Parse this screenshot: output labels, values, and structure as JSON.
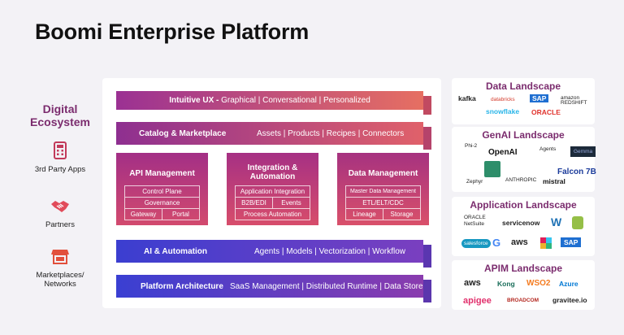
{
  "title": "Boomi Enterprise Platform",
  "ecosystem": {
    "title": "Digital Ecosystem",
    "items": [
      {
        "label": "3rd Party Apps",
        "icon": "calculator-icon"
      },
      {
        "label": "Partners",
        "icon": "handshake-icon"
      },
      {
        "label": "Marketplaces/ Networks",
        "icon": "storefront-icon"
      }
    ]
  },
  "layers": {
    "ux": {
      "label": "Intuitive UX -",
      "detail": "Graphical | Conversational | Personalized"
    },
    "catalog": {
      "label": "Catalog & Marketplace",
      "detail": "Assets | Products | Recipes | Connectors"
    },
    "api": {
      "title": "API Management",
      "rows": [
        "Control Plane",
        "Governance"
      ],
      "split": [
        "Gateway",
        "Portal"
      ]
    },
    "integration": {
      "title": "Integration & Automation",
      "rows": [
        "Application Integration"
      ],
      "split": [
        "B2B/EDI",
        "Events"
      ],
      "last": "Process Automation"
    },
    "data": {
      "title": "Data Management",
      "rows": [
        "Master Data Management",
        "ETL/ELT/CDC"
      ],
      "split": [
        "Lineage",
        "Storage"
      ]
    },
    "ai": {
      "label": "AI & Automation",
      "detail": "Agents | Models | Vectorization | Workflow"
    },
    "platform": {
      "label": "Platform Architecture",
      "detail": "SaaS Management | Distributed Runtime | Data Store"
    }
  },
  "landscapes": {
    "data": {
      "title": "Data Landscape",
      "logos": [
        "kafka",
        "databricks",
        "SAP",
        "amazon REDSHIFT",
        "snowflake",
        "ORACLE"
      ]
    },
    "genai": {
      "title": "GenAI Landscape",
      "logos": [
        "Phi-2",
        "OpenAI",
        "Agents",
        "Gemma",
        "Zephyr",
        "ANTHROPIC",
        "mistral",
        "Falcon 7B"
      ]
    },
    "application": {
      "title": "Application Landscape",
      "logos": [
        "ORACLE NetSuite",
        "servicenow",
        "W",
        "salesforce",
        "G",
        "aws",
        "SAP"
      ]
    },
    "apim": {
      "title": "APIM Landscape",
      "logos": [
        "aws",
        "Kong",
        "WSO2",
        "Azure",
        "apigee",
        "BROADCOM",
        "gravitee.io"
      ]
    }
  },
  "colors": {
    "purple": "#6c2a9a",
    "magenta": "#b03a8a",
    "orange": "#e9735a",
    "blue": "#3a43c8",
    "accent": "#7b2c6e"
  }
}
